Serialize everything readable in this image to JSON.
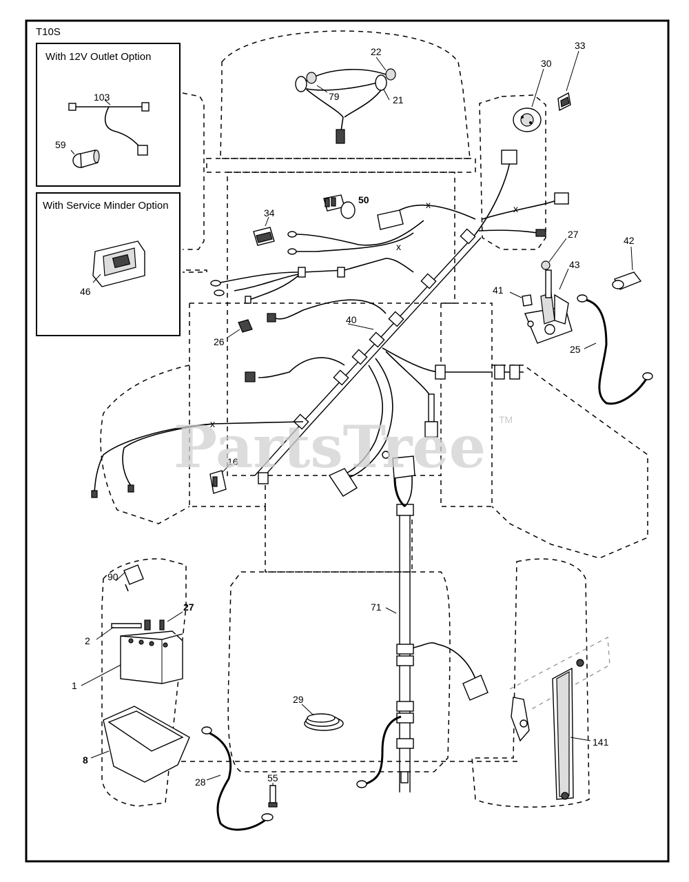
{
  "diagram_code": "T10S",
  "insets": {
    "outlet": {
      "title": "With 12V Outlet Option",
      "labels": [
        "103",
        "59"
      ]
    },
    "service_minder": {
      "title": "With Service Minder Option",
      "labels": [
        "46"
      ]
    }
  },
  "watermark": {
    "text": "PartsTree",
    "tm": "TM"
  },
  "callouts": {
    "c1": "1",
    "c2": "2",
    "c8": "8",
    "c16": "16",
    "c21": "21",
    "c22": "22",
    "c25": "25",
    "c26": "26",
    "c27a": "27",
    "c27b": "27",
    "c28": "28",
    "c29": "29",
    "c30": "30",
    "c33": "33",
    "c34": "34",
    "c40": "40",
    "c41": "41",
    "c42": "42",
    "c43": "43",
    "c50": "50",
    "c55": "55",
    "c71": "71",
    "c79": "79",
    "c90": "90",
    "c141": "141"
  }
}
